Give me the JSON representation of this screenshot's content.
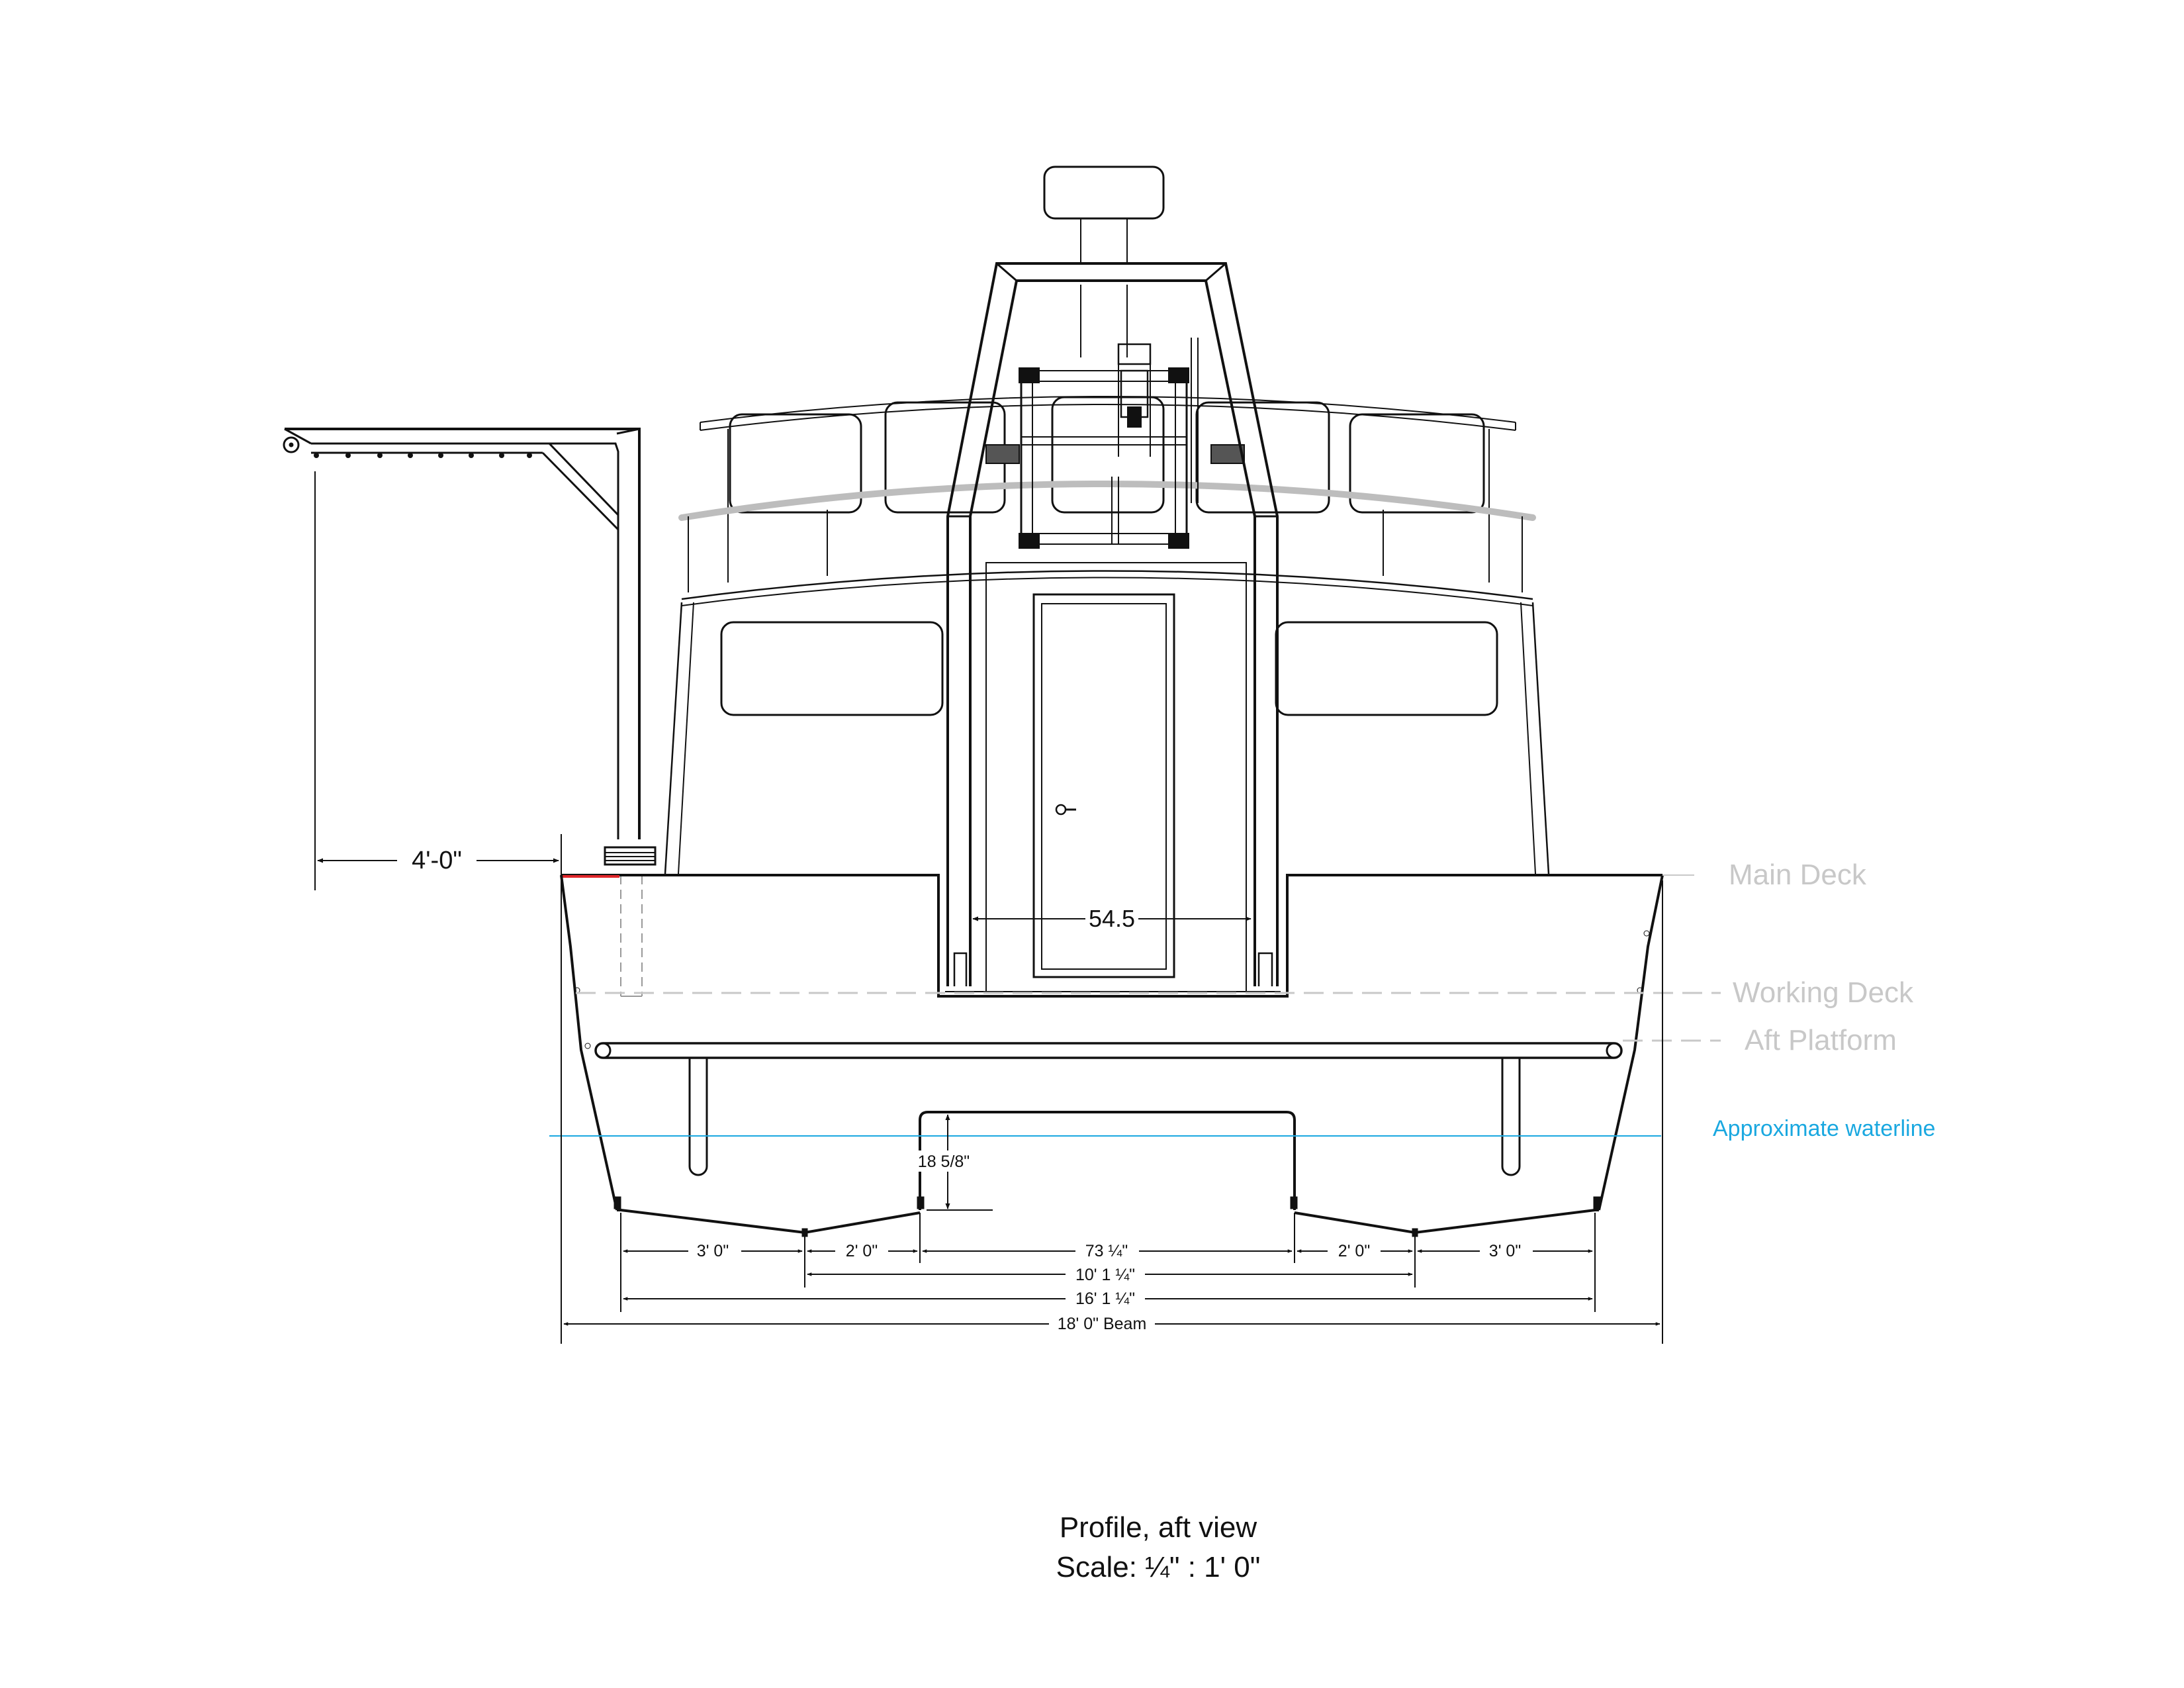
{
  "dimensions": {
    "overhang": "4'-0\"",
    "door_opening": "54.5",
    "keel_depth": "18 5/8\"",
    "seg_left_3": "3' 0\"",
    "seg_left_2": "2' 0\"",
    "seg_center": "73 ¼\"",
    "seg_right_2": "2' 0\"",
    "seg_right_3": "3' 0\"",
    "span_10": "10' 1 ¼\"",
    "span_16": "16' 1 ¼\"",
    "beam": "18' 0\" Beam"
  },
  "reference_lines": {
    "main_deck": "Main Deck",
    "working_deck": "Working Deck",
    "aft_platform": "Aft Platform",
    "waterline": "Approximate waterline"
  },
  "caption": {
    "title": "Profile, aft view",
    "scale": "Scale: ¼\" : 1' 0\""
  },
  "colors": {
    "outline": "#111111",
    "reference_grey": "#c8c8c8",
    "waterline_blue": "#1aa8e0",
    "highlight_red": "#e0262a"
  }
}
